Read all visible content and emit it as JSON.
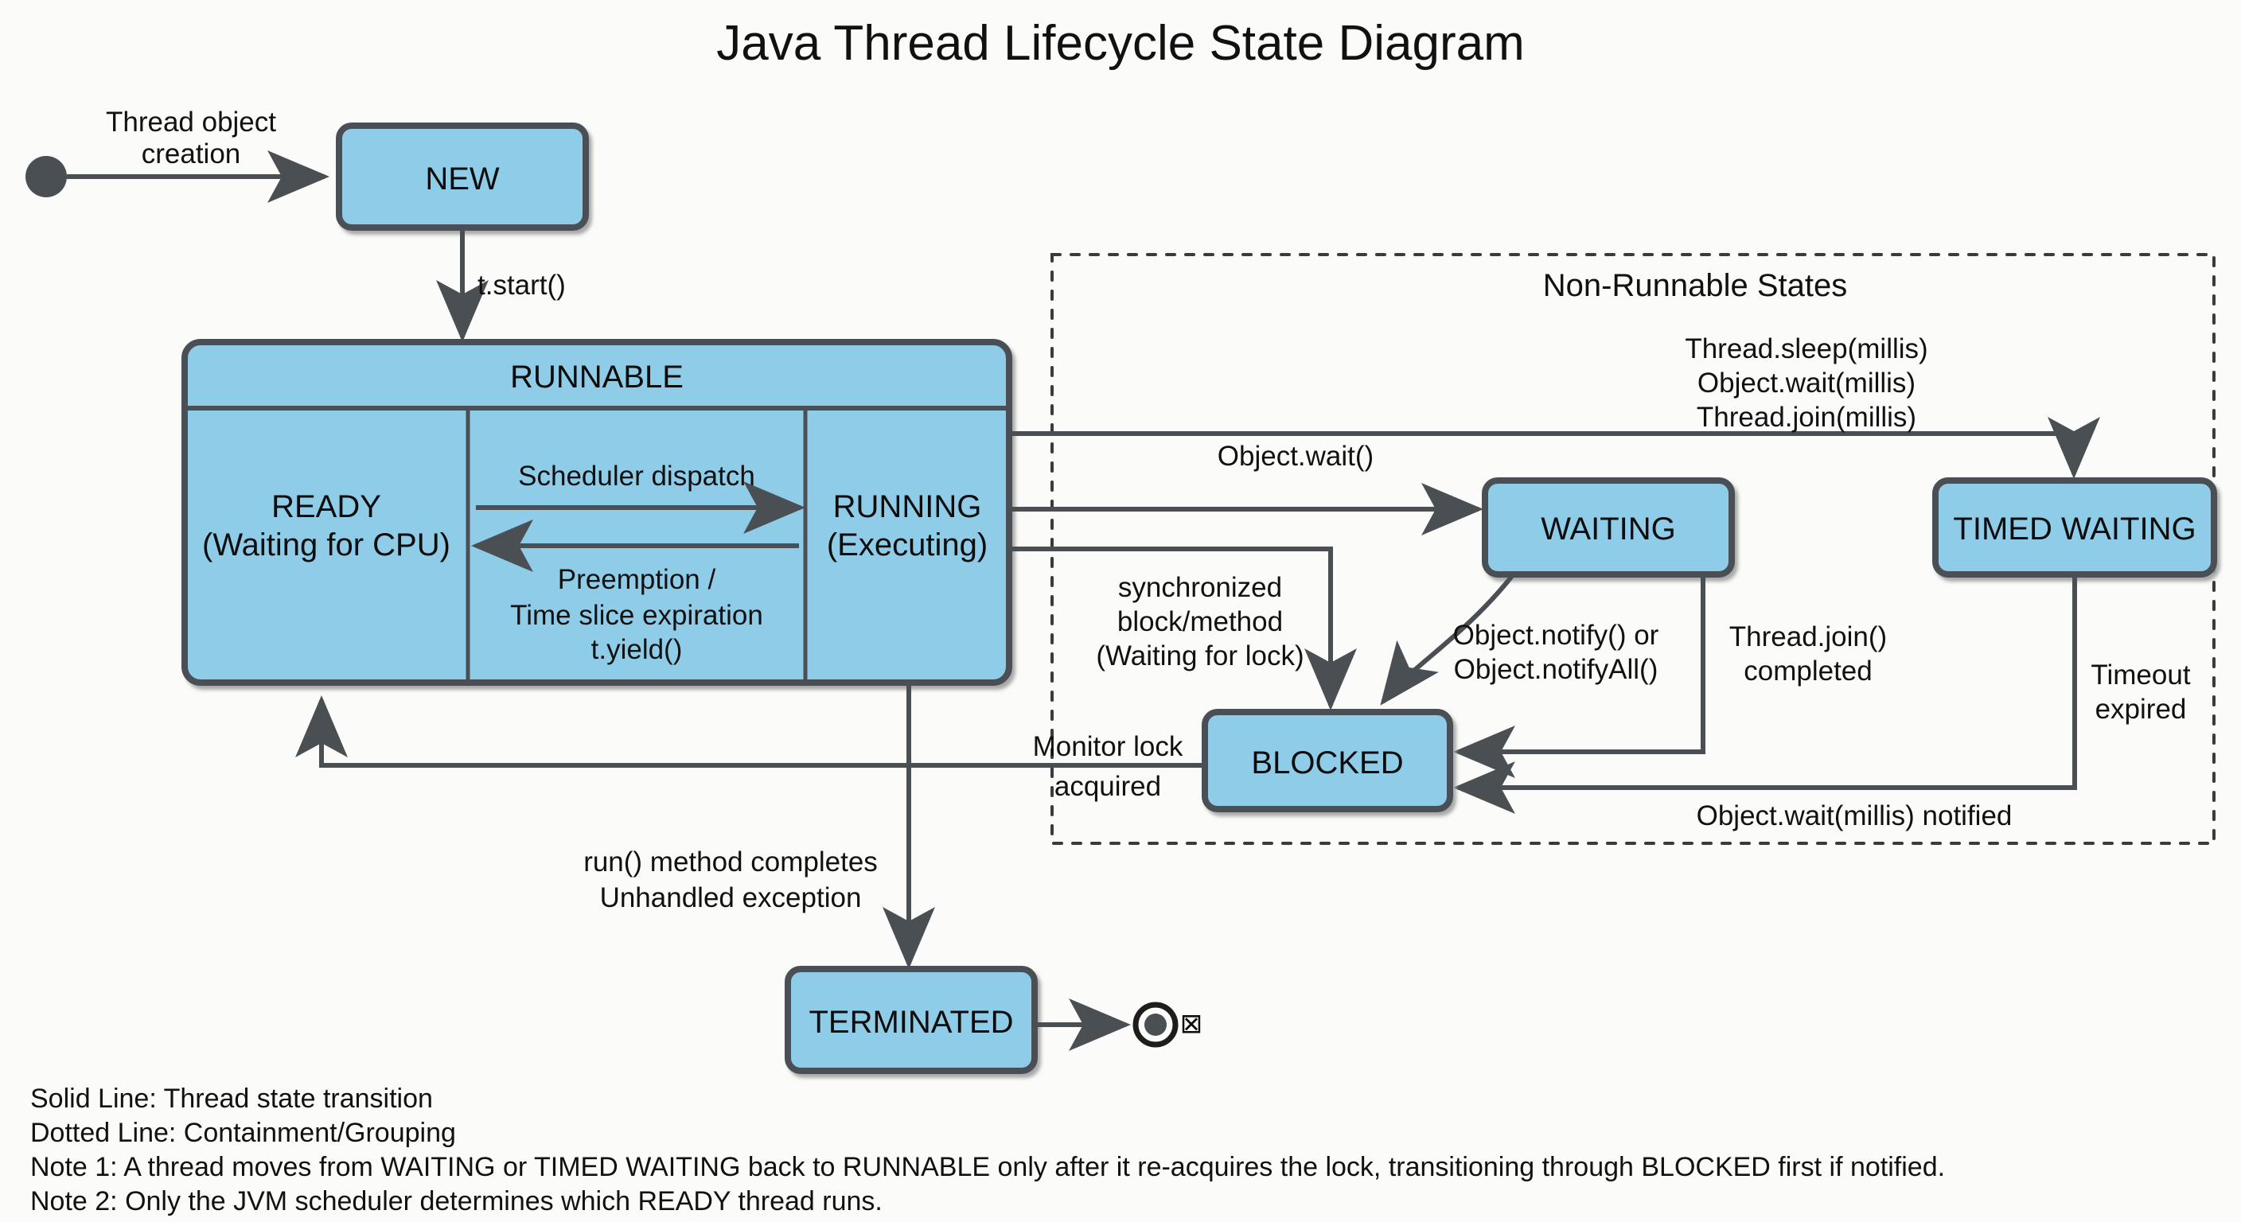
{
  "diagram": {
    "title": "Java Thread Lifecycle State Diagram",
    "accent_fill": "#8fcce8",
    "stroke": "#4a4f54",
    "text_color": "#111111",
    "background": "#fbfbf9"
  },
  "initial_state": {
    "name": "initial-state-marker"
  },
  "final_state": {
    "name": "final-state-marker",
    "glyph": "⊠"
  },
  "states": {
    "new": {
      "label": "NEW"
    },
    "runnable": {
      "label": "RUNNABLE",
      "ready": {
        "line1": "READY",
        "line2": "(Waiting for CPU)"
      },
      "running": {
        "line1": "RUNNING",
        "line2": "(Executing)"
      },
      "dispatch_label": "Scheduler dispatch",
      "preempt_label_1": "Preemption /",
      "preempt_label_2": "Time slice expiration",
      "preempt_label_3": "t.yield()"
    },
    "waiting": {
      "label": "WAITING"
    },
    "timed_waiting": {
      "label": "TIMED WAITING"
    },
    "blocked": {
      "label": "BLOCKED"
    },
    "terminated": {
      "label": "TERMINATED"
    }
  },
  "group": {
    "title": "Non-Runnable States"
  },
  "transitions": {
    "creation_1": "Thread object",
    "creation_2": "creation",
    "start": "t.start()",
    "timed_1": "Thread.sleep(millis)",
    "timed_2": "Object.wait(millis)",
    "timed_3": "Thread.join(millis)",
    "object_wait": "Object.wait()",
    "sync_1": "synchronized",
    "sync_2": "block/method",
    "sync_3": "(Waiting for lock)",
    "notify_1": "Object.notify() or",
    "notify_2": "Object.notifyAll()",
    "join_1": "Thread.join()",
    "join_2": "completed",
    "timeout_1": "Timeout",
    "timeout_2": "expired",
    "wait_millis_notified": "Object.wait(millis) notified",
    "monitor_1": "Monitor lock",
    "monitor_2": "acquired",
    "run_complete_1": "run() method completes",
    "run_complete_2": "Unhandled exception"
  },
  "legend": {
    "line1": "Solid Line: Thread state transition",
    "line2": "Dotted Line: Containment/Grouping",
    "line3": "Note 1: A thread moves from WAITING or TIMED WAITING back to RUNNABLE only after it re-acquires the lock, transitioning through BLOCKED first if notified.",
    "line4": "Note 2: Only the JVM scheduler determines which READY thread runs."
  }
}
